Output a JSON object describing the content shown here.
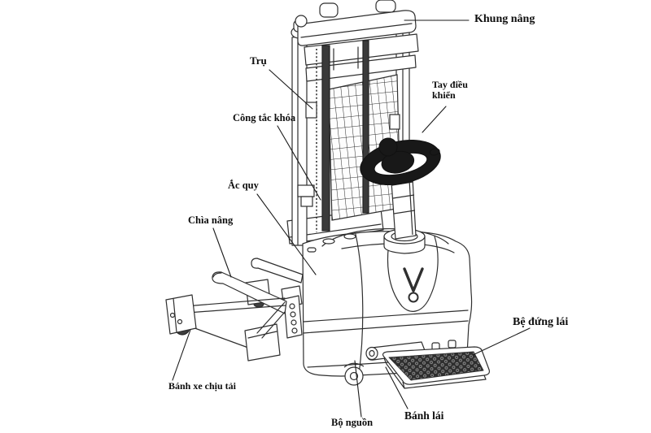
{
  "figure": {
    "type": "labeled-technical-diagram",
    "subject": "electric pallet stacker line drawing",
    "colors": {
      "background": "#ffffff",
      "line": "#2f2f2f",
      "dark_fill": "#1c1c1c",
      "label_text": "#0d0d0d"
    }
  },
  "labels": {
    "khung_nang": "Khung nâng",
    "tru": "Trụ",
    "tay_dieu_khien": "Tay điều khiển",
    "cong_tac_khoa": "Công tắc khóa",
    "ac_quy": "Ắc quy",
    "chia_nang": "Chìa nâng",
    "banh_xe_chiu_tai": "Bánh xe chịu tải",
    "bo_nguon": "Bộ nguồn",
    "banh_lai": "Bánh lái",
    "be_dung_lai": "Bệ đứng lái"
  }
}
